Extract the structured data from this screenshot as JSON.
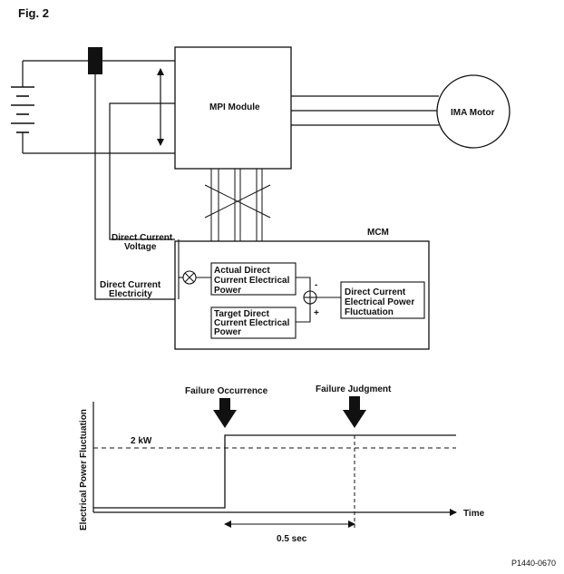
{
  "figure": {
    "label": "Fig. 2",
    "code": "P1440-0670"
  },
  "circuit": {
    "mpi_module": "MPI Module",
    "ima_motor": "IMA Motor",
    "mcm": "MCM",
    "voltage_label": [
      "Direct Current",
      "Voltage"
    ],
    "electricity_label": [
      "Direct Current",
      "Electricity"
    ],
    "actual_power": [
      "Actual Direct",
      "Current Electrical",
      "Power"
    ],
    "target_power": [
      "Target Direct",
      "Current Electrical",
      "Power"
    ],
    "fluctuation": [
      "Direct Current",
      "Electrical Power",
      "Fluctuation"
    ],
    "minus_sign": "-",
    "plus_sign": "+"
  },
  "timing": {
    "y_axis_label": "Electrical Power Fluctuation",
    "x_axis_label": "Time",
    "threshold_label": "2 kW",
    "failure_occurrence": "Failure Occurrence",
    "failure_judgment": "Failure Judgment",
    "interval_label": "0.5 sec"
  }
}
